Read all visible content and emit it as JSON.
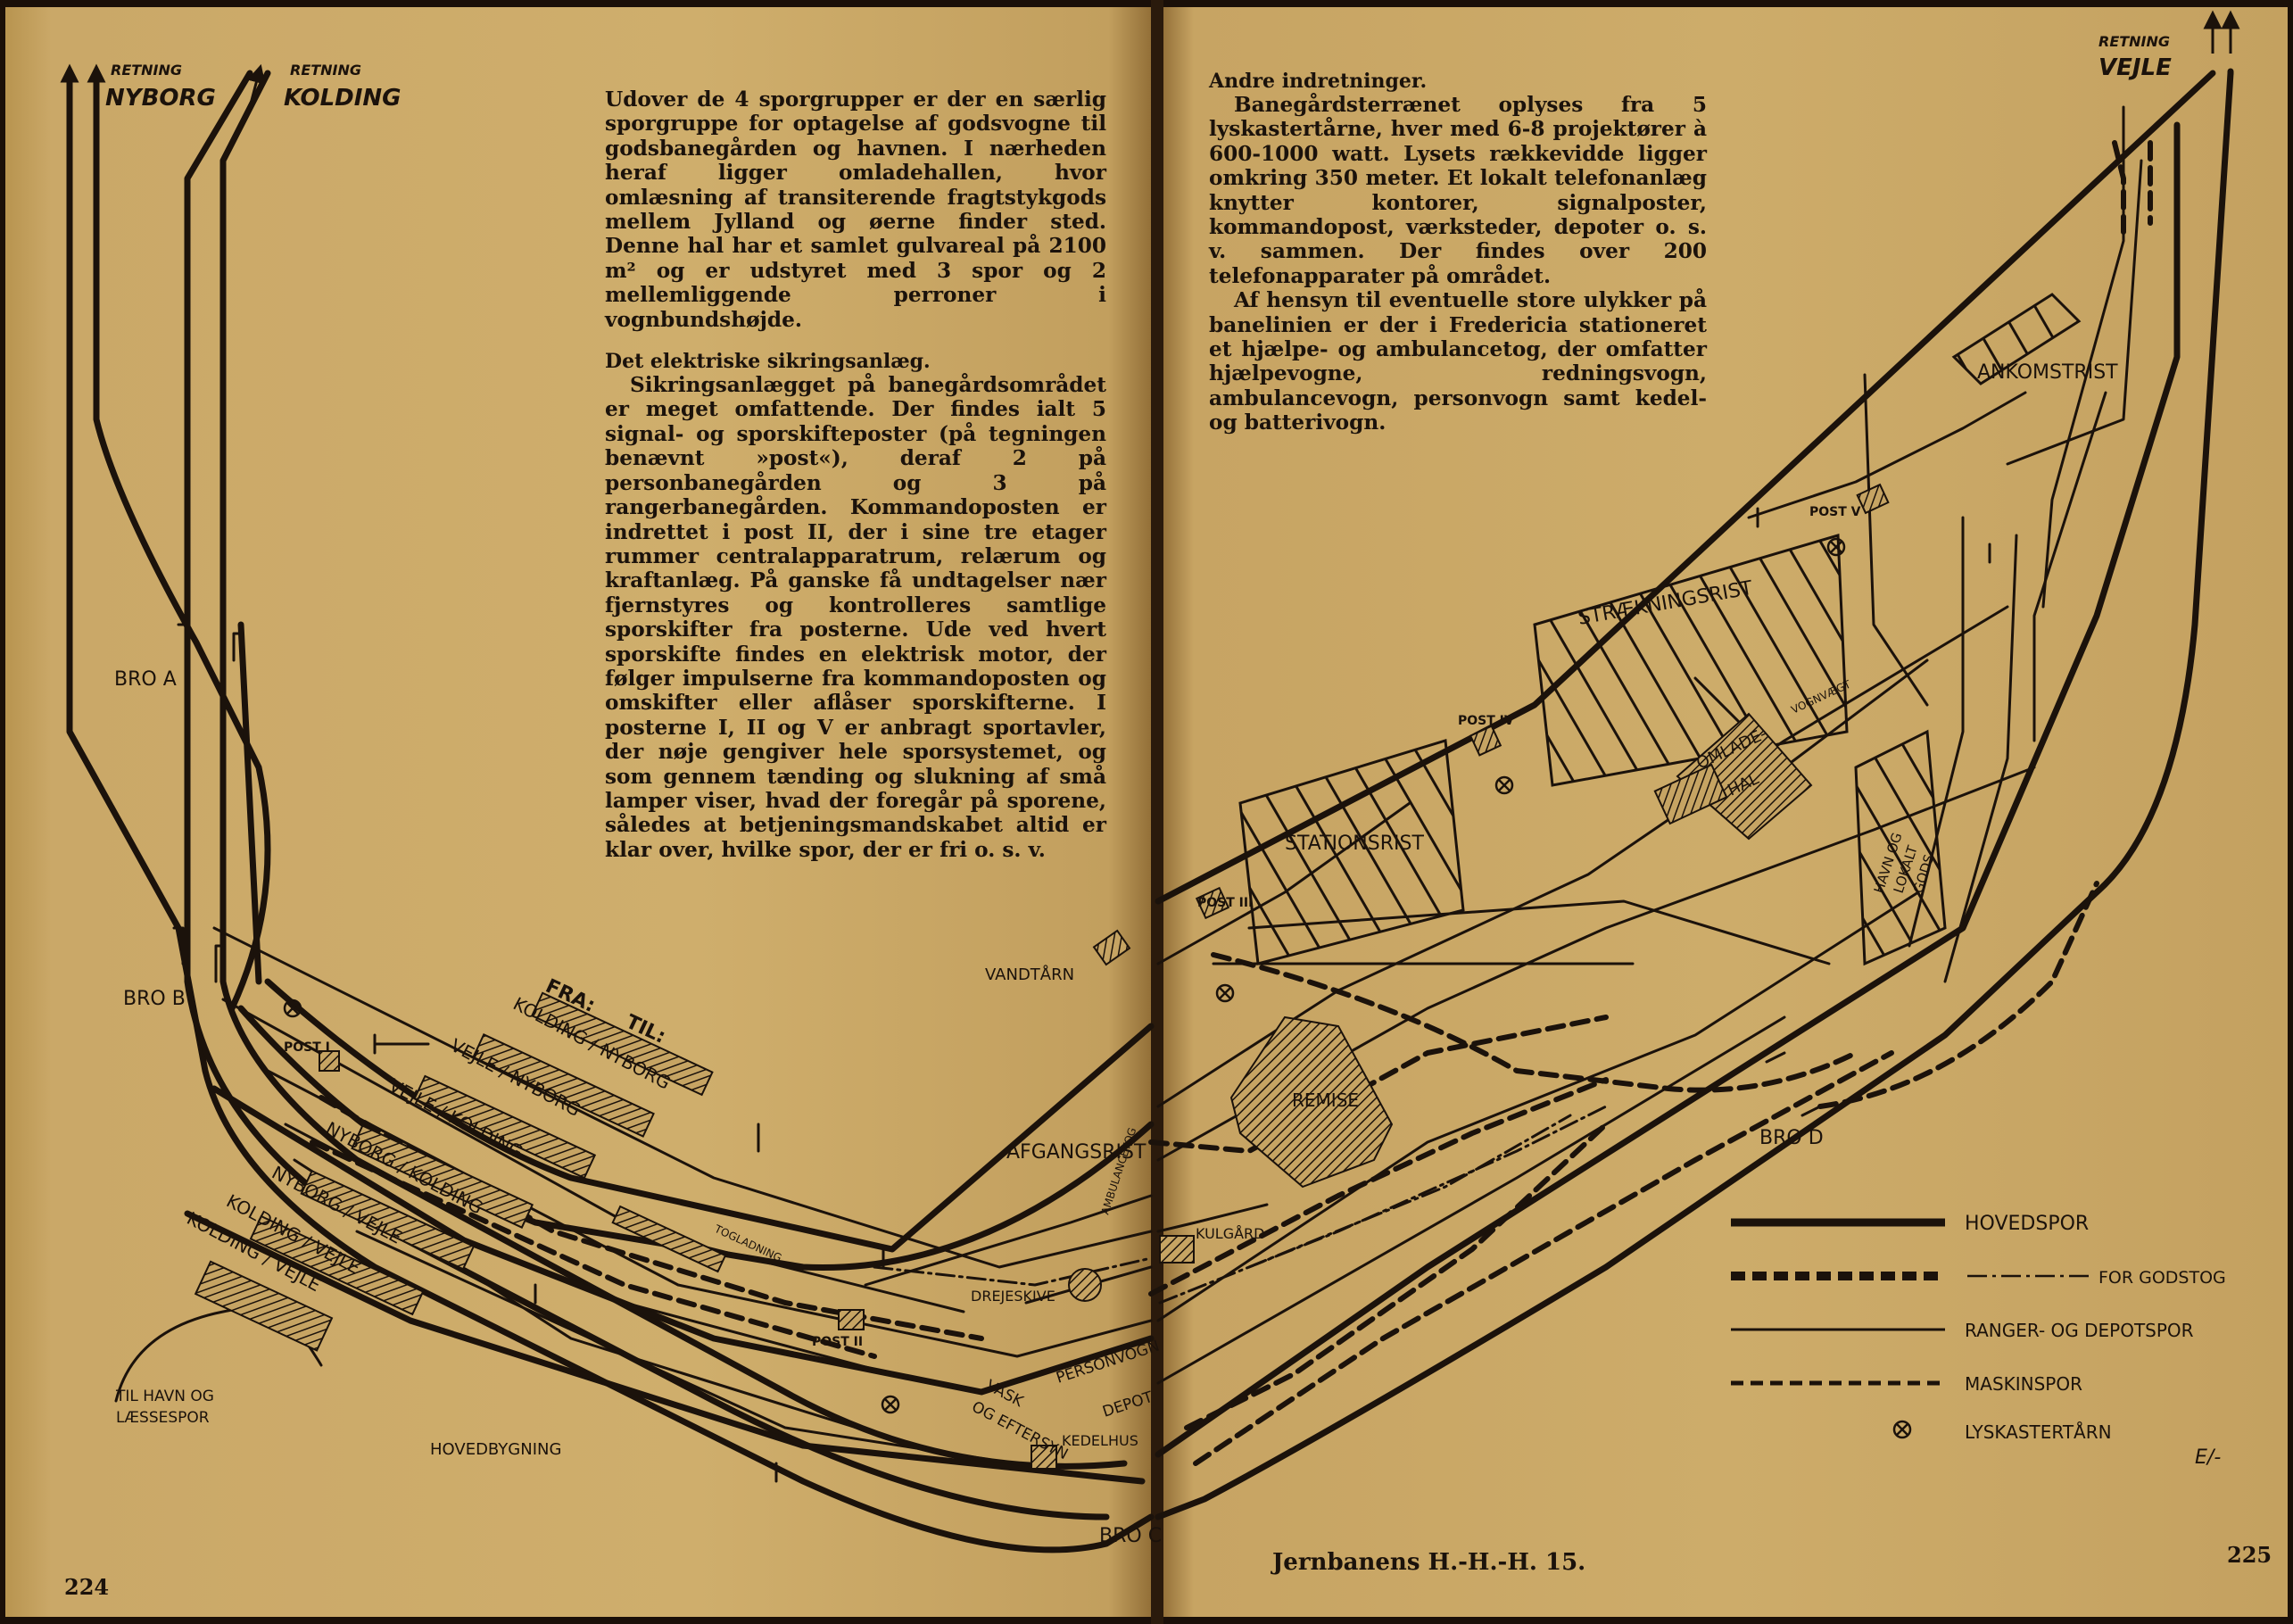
{
  "left_page": {
    "text_intro": "Udover de 4 sporgrupper er der en særlig sporgruppe for optagelse af godsvogne til godsbanegården og havnen. I nærheden heraf ligger omladehallen, hvor omlæsning af transiterende fragtstykgods mellem Jylland og øerne finder sted. Denne hal har et samlet gulvareal på 2100 m² og er udstyret med 3 spor og 2 mellemliggende perroner i vognbundshøjde.",
    "section_heading": "Det elektriske sikringsanlæg.",
    "text_section": "Sikringsanlægget på banegårdsområdet er meget omfattende. Der findes ialt 5 signal- og sporskifteposter (på tegningen benævnt »post«), deraf 2 på personbanegården og 3 på rangerbanegården. Kommandoposten er indrettet i post II, der i sine tre etager rummer centralapparatrum, relærum og kraftanlæg. På ganske få undtagelser nær fjernstyres og kontrolleres samtlige sporskifter fra posterne. Ude ved hvert sporskifte findes en elektrisk motor, der følger impulserne fra kommandoposten og omskifter eller aflåser sporskifterne. I posterne I, II og V er anbragt sportavler, der nøje gengiver hele sporsystemet, og som gennem tænding og slukning af små lamper viser, hvad der foregår på sporene, således at betjeningsmandskabet altid er klar over, hvilke spor, der er fri o. s. v.",
    "page_number": "224"
  },
  "right_page": {
    "section_heading": "Andre indretninger.",
    "text_para1": "Banegårdsterrænet oplyses fra 5 lyskastertårne, hver med 6-8 projektører à 600-1000 watt. Lysets rækkevidde ligger omkring 350 meter. Et lokalt telefonanlæg knytter kontorer, signalposter, kommandopost, værksteder, depoter o. s. v. sammen. Der findes over 200 telefonapparater på området.",
    "text_para2": "Af hensyn til eventuelle store ulykker på banelinien er der i Fredericia stationeret et hjælpe- og ambulancetog, der omfatter hjælpevogne, redningsvogn, ambulancevogn, personvogn samt kedel- og batterivogn.",
    "footer": "Jernbanens H.-H.-H. 15.",
    "page_number": "225"
  },
  "map": {
    "directions": [
      {
        "small": "RETNING",
        "big": "NYBORG"
      },
      {
        "small": "RETNING",
        "big": "KOLDING"
      },
      {
        "small": "RETNING",
        "big": "VEJLE"
      }
    ],
    "bridges": [
      "BRO A",
      "BRO B",
      "BRO C",
      "BRO D"
    ],
    "posts": [
      "POST I",
      "POST II",
      "POST III",
      "POST IV",
      "POST V"
    ],
    "areas": [
      "AFGANGSRIST",
      "STATIONSRIST",
      "STRÆKNINGSRIST",
      "ANKOMSTRIST",
      "REMISE",
      "VANDTÅRN",
      "HOVEDBYGNING",
      "KULGÅRD",
      "DREJESKIVE",
      "KEDELHUS",
      "AMBULANCETOG",
      "VOGNVÆGT",
      "TOGLADNING"
    ],
    "fra_label": "FRA:",
    "til_label": "TIL:",
    "platform_labels": [
      "KOLDING / NYBORG",
      "VEJLE / NYBORG",
      "VEJLE / KOLDING",
      "NYBORG / KOLDING",
      "NYBORG / VEJLE",
      "KOLDING / VEJLE",
      "KOLDING / VEJLE"
    ],
    "omladehal": [
      "OMLADE-",
      "HAL"
    ],
    "havn_gods": [
      "HAVN OG",
      "LOKALT",
      "GODS"
    ],
    "til_havn": [
      "TIL HAVN OG",
      "LÆSSESPOR"
    ],
    "vask": [
      "VASK",
      "OG EFTERSYN"
    ],
    "personvogn_depot": [
      "PERSONVOGN",
      "DEPOT"
    ],
    "signature": "E/-"
  },
  "legend": [
    {
      "label": "HOVEDSPOR",
      "style": "thick"
    },
    {
      "label": "FOR GODSTOG",
      "style": "dashdot"
    },
    {
      "label": "RANGER- OG DEPOTSPOR",
      "style": "thin"
    },
    {
      "label": "MASKINSPOR",
      "style": "dashed"
    },
    {
      "label": "LYSKASTERTÅRN",
      "style": "symbol"
    }
  ]
}
